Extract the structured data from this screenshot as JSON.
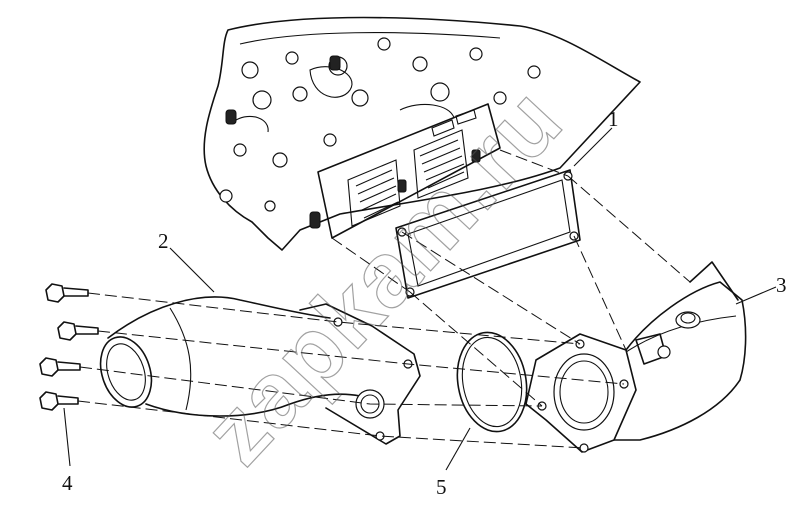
{
  "diagram": {
    "callouts": [
      {
        "id": "c1",
        "text": "1"
      },
      {
        "id": "c2",
        "text": "2"
      },
      {
        "id": "c3",
        "text": "3"
      },
      {
        "id": "c4",
        "text": "4"
      },
      {
        "id": "c5",
        "text": "5"
      }
    ],
    "watermark": "zapkam.ru"
  }
}
